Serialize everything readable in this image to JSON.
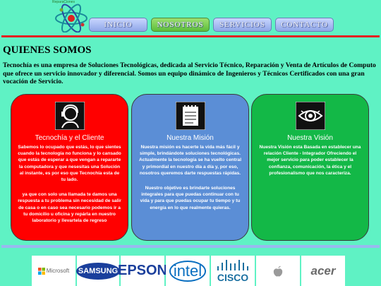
{
  "header": {
    "logo_text": "ReparaCiones",
    "nav": [
      "INICIO",
      "NOSOTROS",
      "SERVICIOS",
      "CONTACTO"
    ],
    "active_index": 1
  },
  "page": {
    "title": "QUIENES SOMOS",
    "intro": "Tecnochía es una empresa de Soluciones Tecnológicas, dedicada al Servicio Técnico, Reparación y Venta de Artículos de Computo que ofrece un servicio innovador y diferencial. Somos un equipo dinámico de Ingenieros y Técnicos Certificados con una gran vocación de Servicio."
  },
  "cards": [
    {
      "title": "Tecnochía y el Cliente",
      "p1": "Sabemos lo ocupado que estás, lo que sientes cuando la tecnología no funciona y lo cansado que estás de esperar a que vengan a repararte la computadora y que nesesitas una Solución al instante, es por eso que Tecnochía esta de tu lado.",
      "p2": "ya que con solo una llamada te damos una respuesta a tu problema sin necesidad de salir de casa o en caso sea necesario podemos ir a tu domicilio u oficina y repárla en nuestro laboratorio y llevartela de regreso",
      "icon": "customer-support-icon"
    },
    {
      "title": "Nuestra Misión",
      "p1": "Nuestra misión es hacerte la vida más fácil y simple, brindándote soluciones tecnológicas. Actualmente la tecnología se ha vuelto central y primordial en nuestro día a día y, por eso, nosotros queremos darte respuestas rápidas.",
      "p2": "Nuestro objetivo es brindarte soluciones integrales para que puedas continuar con tu vida y para que puedas ocupar tu tiempo y tu energía en lo que realmente quieras.",
      "icon": "notepad-icon"
    },
    {
      "title": "Nuestra Visión",
      "p1": "Nuestra Visión esta Basada en establecer una relación Cliente - Integrador Ofreciendo el mejor servicio para poder establecer la confianza, comunicación, la ética y el profesionalismo que nos caracteriza.",
      "p2": "",
      "icon": "eye-icon"
    }
  ],
  "brands": [
    {
      "name": "Microsoft",
      "width": 62,
      "color": "#666666"
    },
    {
      "name": "SAMSUNG",
      "width": 60,
      "color": "#1a3f9c"
    },
    {
      "name": "EPSON",
      "width": 62,
      "color": "#1b3f9c"
    },
    {
      "name": "intel",
      "width": 62,
      "color": "#0a6fc0"
    },
    {
      "name": "CISCO",
      "width": 62,
      "color": "#1a6fa0"
    },
    {
      "name": "apple",
      "width": 62,
      "color": "#9a9a9a"
    },
    {
      "name": "acer",
      "width": 62,
      "color": "#6a6a6a"
    }
  ]
}
